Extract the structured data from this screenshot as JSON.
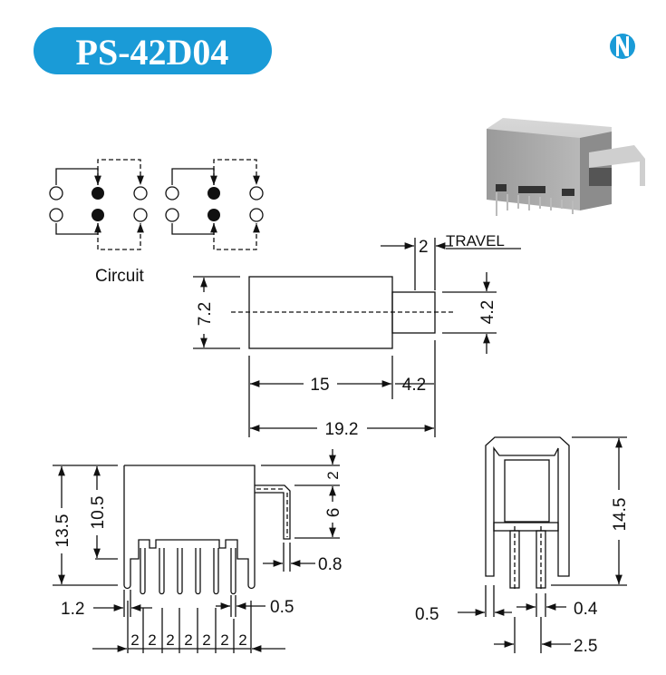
{
  "header": {
    "model": "PS-42D04",
    "logo_letter": "N",
    "brand_color": "#1a9bd7"
  },
  "circuit": {
    "label": "Circuit"
  },
  "top_view": {
    "travel_label": "TRAVEL",
    "travel": "2",
    "height": "7.2",
    "plunger_height": "4.2",
    "body_length": "15",
    "plunger_length": "4.2",
    "total_length": "19.2"
  },
  "side_view": {
    "total_height": "13.5",
    "body_height": "10.5",
    "bracket_top": "2",
    "bracket_height": "6",
    "bracket_thickness": "0.8",
    "leg_width": "1.2",
    "pin_width": "0.5",
    "pitches": [
      "2",
      "2",
      "2",
      "2",
      "2",
      "2",
      "2"
    ]
  },
  "end_view": {
    "height": "14.5",
    "leg_thickness": "0.5",
    "pin_thickness": "0.4",
    "pin_spacing": "2.5"
  }
}
